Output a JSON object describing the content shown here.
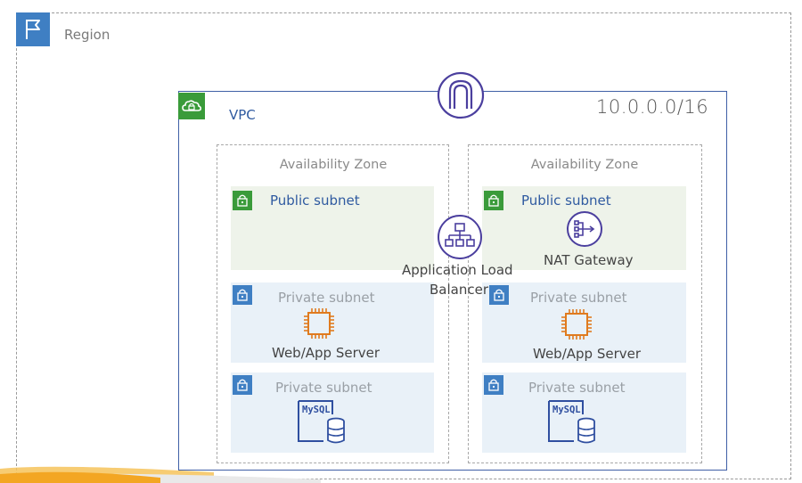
{
  "region": {
    "label": "Region"
  },
  "vpc": {
    "label": "VPC",
    "cidr": "10.0.0.0/16"
  },
  "availability_zones": [
    {
      "label": "Availability Zone",
      "public_subnet": {
        "label": "Public subnet"
      },
      "private_subnets": [
        {
          "label": "Private subnet",
          "resource": "Web/App Server"
        },
        {
          "label": "Private subnet",
          "resource_badge": "MySQL"
        }
      ]
    },
    {
      "label": "Availability Zone",
      "public_subnet": {
        "label": "Public subnet",
        "resource": "NAT Gateway"
      },
      "private_subnets": [
        {
          "label": "Private subnet",
          "resource": "Web/App Server"
        },
        {
          "label": "Private subnet",
          "resource_badge": "MySQL"
        }
      ]
    }
  ],
  "load_balancer": {
    "label_line1": "Application Load",
    "label_line2": "Balancer"
  },
  "colors": {
    "region_blue": "#3f7fc3",
    "vpc_green": "#3a9b3a",
    "subnet_blue_text": "#2f5aa0",
    "compute_orange": "#e07b1f",
    "service_purple": "#4b3f9e",
    "db_blue": "#2f4fa0"
  },
  "icons": {
    "region": "flag-icon",
    "vpc": "cloud-lock-icon",
    "internet_gateway": "internet-gateway-icon",
    "load_balancer": "load-balancer-icon",
    "nat_gateway": "nat-gateway-icon",
    "server": "ec2-chip-icon",
    "database": "mysql-database-icon",
    "subnet_lock": "padlock-icon"
  }
}
